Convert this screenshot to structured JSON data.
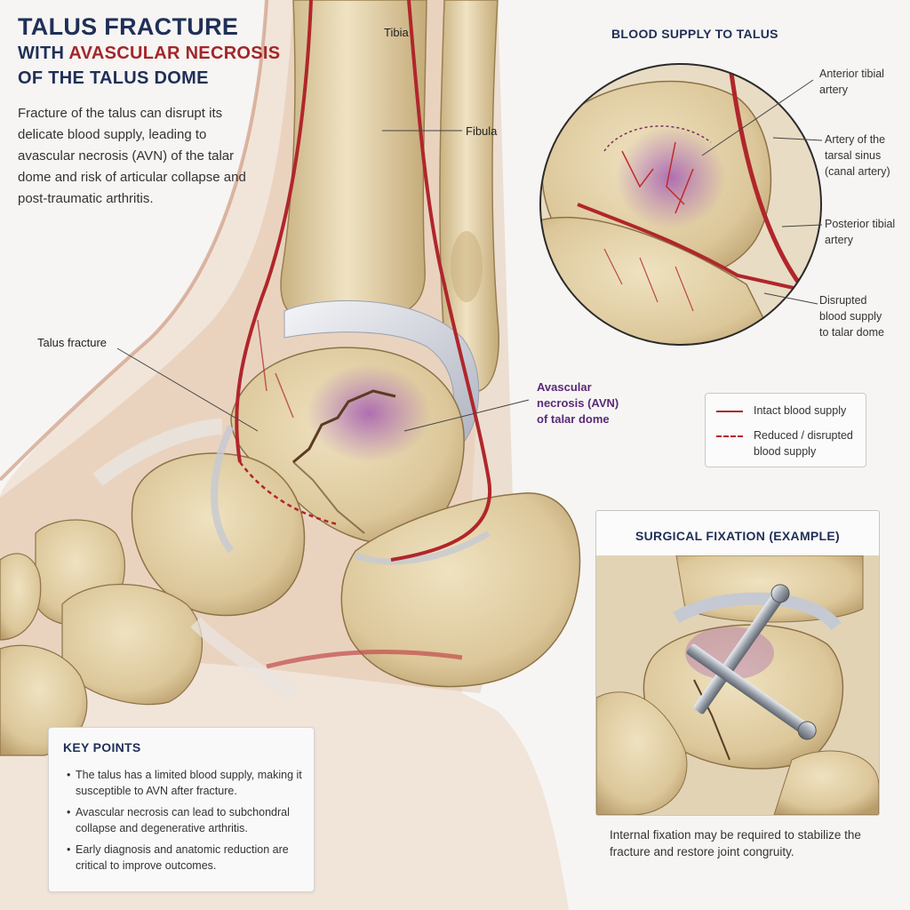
{
  "title": {
    "line1": "TALUS FRACTURE",
    "line2_prefix": "WITH ",
    "line2_accent": "AVASCULAR NECROSIS",
    "line3": "OF THE TALUS DOME"
  },
  "intro": "Fracture of the talus can disrupt its delicate blood supply, leading to avascular necrosis (AVN) of the talar dome and risk of articular collapse and post-traumatic arthritis.",
  "main_labels": {
    "tibia": "Tibia",
    "fibula": "Fibula",
    "talus_fracture": "Talus fracture",
    "avn": [
      "Avascular",
      "necrosis (AVN)",
      "of talar dome"
    ]
  },
  "blood_supply": {
    "heading": "BLOOD SUPPLY TO TALUS",
    "labels": {
      "anterior": [
        "Anterior tibial",
        "artery"
      ],
      "tarsal": [
        "Artery of the",
        "tarsal sinus",
        "(canal artery)"
      ],
      "posterior": [
        "Posterior tibial",
        "artery"
      ],
      "disrupted": [
        "Disrupted",
        "blood supply",
        "to talar dome"
      ]
    }
  },
  "legend": {
    "intact": "Intact blood supply",
    "reduced": [
      "Reduced / disrupted",
      "blood supply"
    ]
  },
  "key_points": {
    "heading": "KEY POINTS",
    "items": [
      "The talus has a limited blood supply, making it susceptible to AVN after fracture.",
      "Avascular necrosis can lead to subchondral collapse and degenerative arthritis.",
      "Early diagnosis and anatomic reduction are critical to improve outcomes."
    ]
  },
  "surgical": {
    "heading": "SURGICAL FIXATION (EXAMPLE)",
    "caption": "Internal fixation may be required to stabilize the fracture and restore joint congruity."
  },
  "colors": {
    "navy": "#1f2f57",
    "artery_red": "#b0262b",
    "bone": "#e3d1a8",
    "cartilage": "#cfd3dc",
    "necrosis_purple": "#9b5aa8"
  }
}
